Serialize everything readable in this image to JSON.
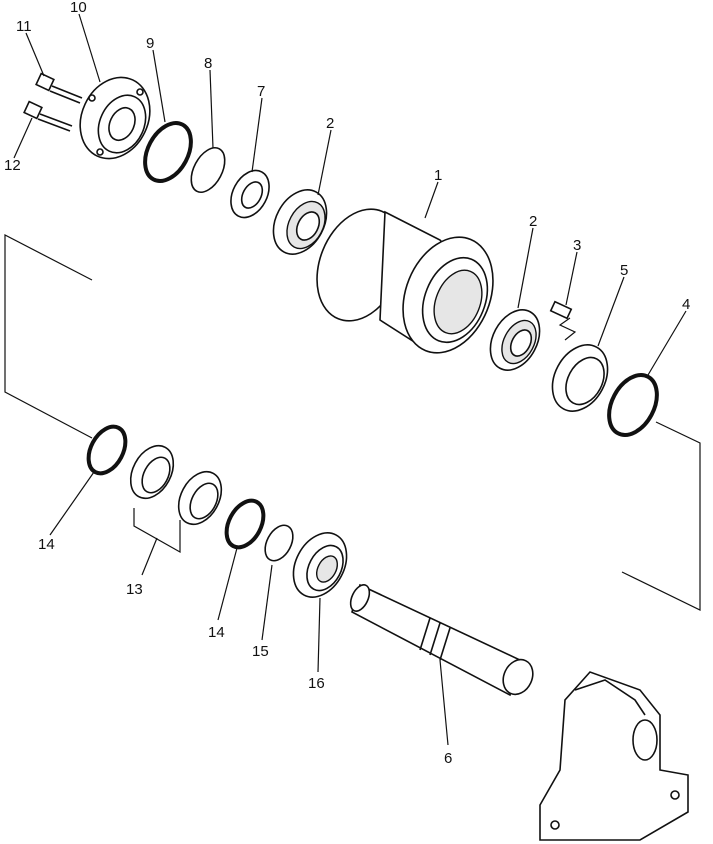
{
  "callouts": {
    "c1": "1",
    "c2a": "2",
    "c2b": "2",
    "c3": "3",
    "c4": "4",
    "c5": "5",
    "c6": "6",
    "c7": "7",
    "c8": "8",
    "c9": "9",
    "c10": "10",
    "c11": "11",
    "c12": "12",
    "c13": "13",
    "c14a": "14",
    "c14b": "14",
    "c15": "15",
    "c16": "16"
  }
}
